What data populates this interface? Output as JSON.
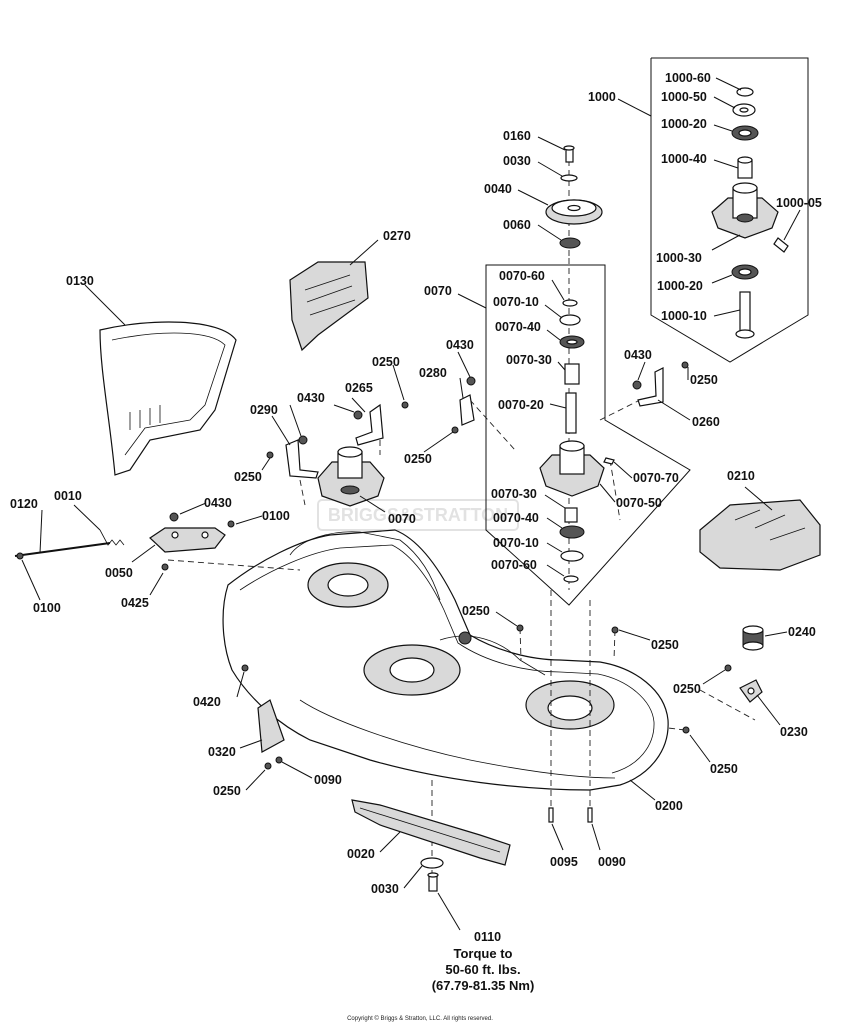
{
  "callouts": {
    "c1000": "1000",
    "c1000_60": "1000-60",
    "c1000_50": "1000-50",
    "c1000_20a": "1000-20",
    "c1000_40": "1000-40",
    "c1000_05": "1000-05",
    "c1000_30": "1000-30",
    "c1000_20b": "1000-20",
    "c1000_10": "1000-10",
    "c0160": "0160",
    "c0030a": "0030",
    "c0040": "0040",
    "c0060": "0060",
    "c0270": "0270",
    "c0130": "0130",
    "c0070a": "0070",
    "c0070_60a": "0070-60",
    "c0070_10a": "0070-10",
    "c0070_40a": "0070-40",
    "c0070_30a": "0070-30",
    "c0070_20": "0070-20",
    "c0070_70": "0070-70",
    "c0070_50": "0070-50",
    "c0070_30b": "0070-30",
    "c0070_40b": "0070-40",
    "c0070_10b": "0070-10",
    "c0070_60b": "0070-60",
    "c0430a": "0430",
    "c0430b": "0430",
    "c0430c": "0430",
    "c0430d": "0430",
    "c0250a": "0250",
    "c0250b": "0250",
    "c0250c": "0250",
    "c0250d": "0250",
    "c0250e": "0250",
    "c0250f": "0250",
    "c0250g": "0250",
    "c0250h": "0250",
    "c0250i": "0250",
    "c0265": "0265",
    "c0280": "0280",
    "c0290": "0290",
    "c0260": "0260",
    "c0070b": "0070",
    "c0210": "0210",
    "c0120": "0120",
    "c0010": "0010",
    "c0100a": "0100",
    "c0100b": "0100",
    "c0050": "0050",
    "c0425": "0425",
    "c0240": "0240",
    "c0230": "0230",
    "c0420": "0420",
    "c0320": "0320",
    "c0090a": "0090",
    "c0090b": "0090",
    "c0200": "0200",
    "c0095": "0095",
    "c0020": "0020",
    "c0030b": "0030",
    "c0110": "0110"
  },
  "torque_note": {
    "line1": "Torque to",
    "line2": "50-60 ft. lbs.",
    "line3": "(67.79-81.35 Nm)"
  },
  "watermark": "BRIGGS&STRATTON",
  "copyright": "Copyright © Briggs & Stratton, LLC. All rights reserved."
}
